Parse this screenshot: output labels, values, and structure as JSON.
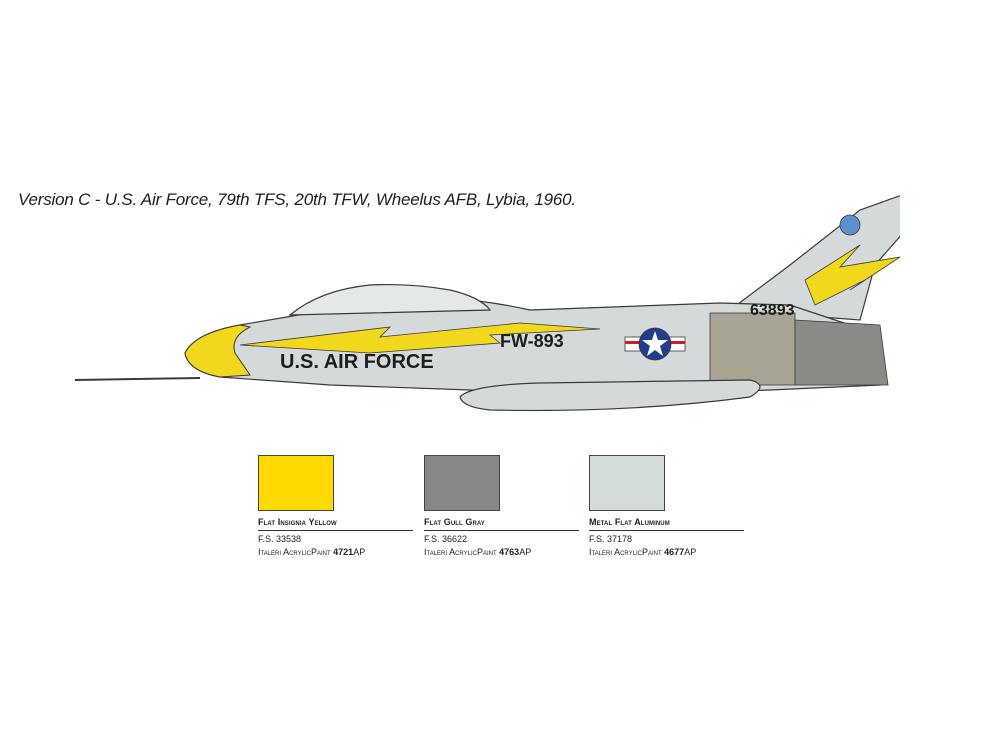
{
  "caption": "Version C - U.S. Air Force, 79th TFS, 20th TFW, Wheelus AFB, Lybia, 1960.",
  "aircraft": {
    "fuselage_text": "U.S. AIR FORCE",
    "buzz_number": "FW-893",
    "tail_number": "63893",
    "colors": {
      "body": "#d3dad9",
      "yellow": "#f2d81c",
      "outline": "#3a3a3a",
      "exhaust": "#8a8a86",
      "insignia_blue": "#1f3f8a",
      "insignia_red": "#c8202a"
    }
  },
  "paints": [
    {
      "name": "Flat Insignia Yellow",
      "fs": "F.S. 33538",
      "brand": "Italeri AcrylicPaint",
      "code": "4721",
      "suffix": "AP",
      "color": "#ffd900"
    },
    {
      "name": "Flat Gull Gray",
      "fs": "F.S. 36622",
      "brand": "Italeri AcrylicPaint",
      "code": "4763",
      "suffix": "AP",
      "color": "#878787"
    },
    {
      "name": "Metal Flat Aluminum",
      "fs": "F.S. 37178",
      "brand": "Italeri AcrylicPaint",
      "code": "4677",
      "suffix": "AP",
      "color": "#d4dcdb"
    }
  ]
}
